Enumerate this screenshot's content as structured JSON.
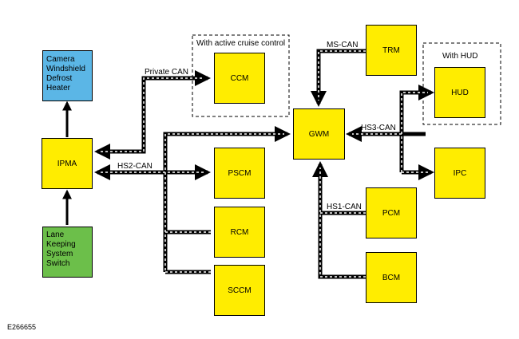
{
  "modules": {
    "camera": "Camera Windshield Defrost Heater",
    "ipma": "IPMA",
    "lane": "Lane Keeping System Switch",
    "ccm": "CCM",
    "pscm": "PSCM",
    "rcm": "RCM",
    "sccm": "SCCM",
    "gwm": "GWM",
    "trm": "TRM",
    "hud": "HUD",
    "ipc": "IPC",
    "pcm": "PCM",
    "bcm": "BCM"
  },
  "labels": {
    "private_can": "Private CAN",
    "hs2_can": "HS2-CAN",
    "ms_can": "MS-CAN",
    "hs3_can": "HS3-CAN",
    "hs1_can": "HS1-CAN",
    "acc_group": "With active cruise control",
    "hud_group": "With HUD"
  },
  "figure_id": "E266655",
  "colors": {
    "module_yellow": "#ffed00",
    "module_blue": "#5bb6e6",
    "module_green": "#6cbf4a",
    "bus_line": "#000000",
    "bus_dash": "#ffffff"
  }
}
